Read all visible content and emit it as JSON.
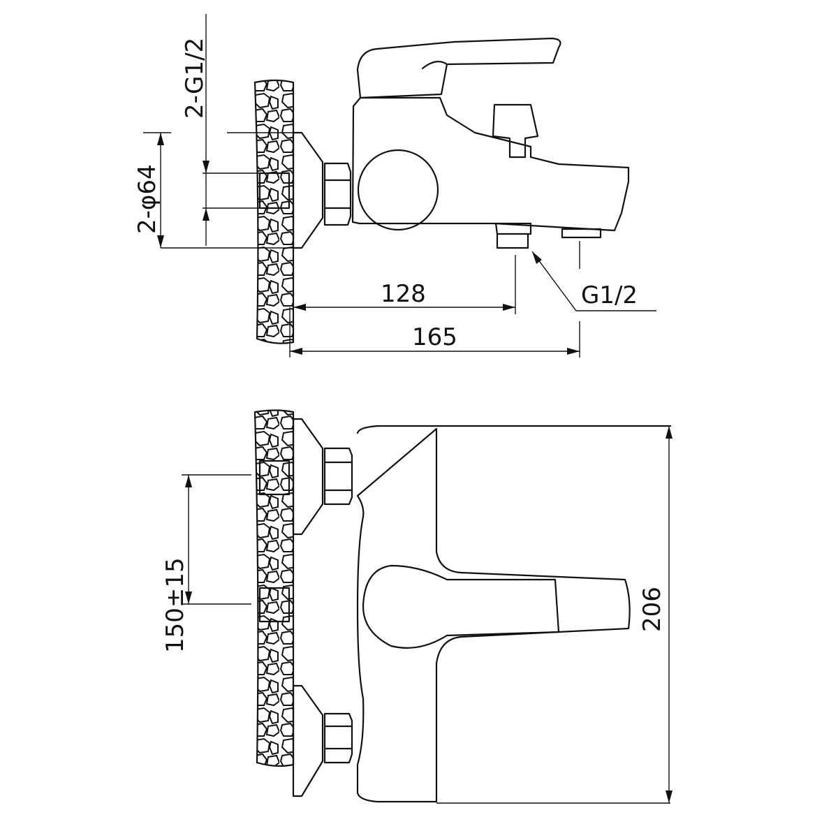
{
  "top_view": {
    "dim_inlet_thread": "2-G1/2",
    "dim_flange_diameter": "2-φ64",
    "dim_outlet_offset": "128",
    "dim_spout_length": "165",
    "dim_outlet_thread": "G1/2"
  },
  "bottom_view": {
    "dim_center_distance": "150±15",
    "dim_body_width": "206"
  }
}
